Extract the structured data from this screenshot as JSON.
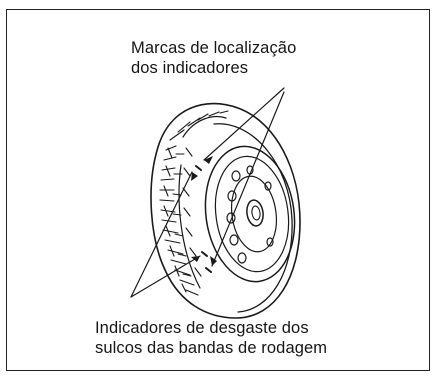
{
  "labels": {
    "top": [
      "Marcas de localização",
      "dos indicadores"
    ],
    "bottom": [
      "Indicadores de desgaste dos",
      "sulcos das bandas de rodagem"
    ]
  },
  "colors": {
    "ink": "#1a1a1a",
    "background": "#ffffff"
  }
}
